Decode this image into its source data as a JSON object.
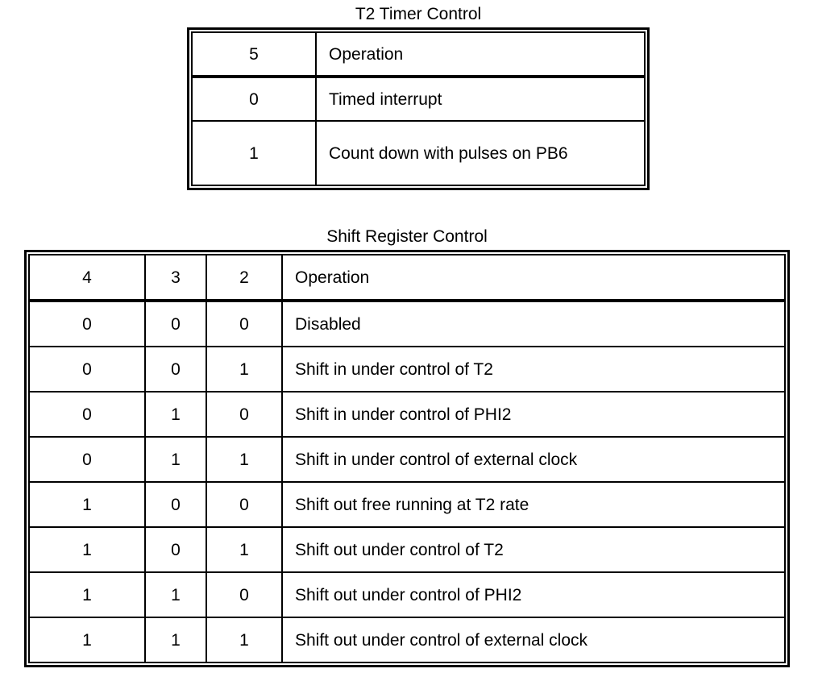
{
  "page": {
    "background_color": "#ffffff",
    "text_color": "#000000"
  },
  "tables": [
    {
      "id": "t2-timer-control",
      "title": "T2 Timer Control",
      "columns": [
        "5",
        "Operation"
      ],
      "header": {
        "bit": "5",
        "operation": "Operation"
      },
      "rows": [
        {
          "bit": "0",
          "operation": "Timed interrupt"
        },
        {
          "bit": "1",
          "operation": "Count down with pulses on PB6"
        }
      ]
    },
    {
      "id": "shift-register-control",
      "title": "Shift Register Control",
      "columns": [
        "4",
        "3",
        "2",
        "Operation"
      ],
      "header": {
        "b4": "4",
        "b3": "3",
        "b2": "2",
        "operation": "Operation"
      },
      "rows": [
        {
          "b4": "0",
          "b3": "0",
          "b2": "0",
          "operation": "Disabled"
        },
        {
          "b4": "0",
          "b3": "0",
          "b2": "1",
          "operation": "Shift in under control of T2"
        },
        {
          "b4": "0",
          "b3": "1",
          "b2": "0",
          "operation": "Shift in under control of PHI2"
        },
        {
          "b4": "0",
          "b3": "1",
          "b2": "1",
          "operation": "Shift in under control of external clock"
        },
        {
          "b4": "1",
          "b3": "0",
          "b2": "0",
          "operation": "Shift out free running at T2 rate"
        },
        {
          "b4": "1",
          "b3": "0",
          "b2": "1",
          "operation": "Shift out under control of T2"
        },
        {
          "b4": "1",
          "b3": "1",
          "b2": "0",
          "operation": "Shift out under control of PHI2"
        },
        {
          "b4": "1",
          "b3": "1",
          "b2": "1",
          "operation": "Shift out under control of external clock"
        }
      ]
    }
  ]
}
